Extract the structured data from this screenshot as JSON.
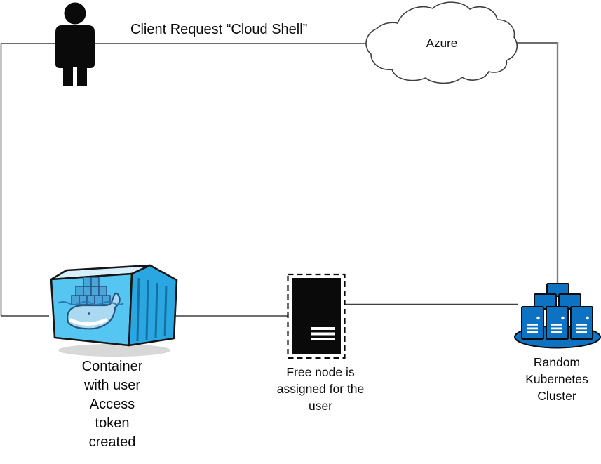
{
  "diagram": {
    "labels": {
      "client_request": "Client Request “Cloud Shell”",
      "azure": "Azure",
      "container": "Container\nwith user\nAccess\ntoken\ncreated",
      "free_node": "Free node is\nassigned for the\nuser",
      "kubernetes_cluster": "Random\nKubernetes\nCluster"
    },
    "icons": [
      {
        "name": "user-silhouette-icon"
      },
      {
        "name": "azure-cloud-icon"
      },
      {
        "name": "docker-container-icon"
      },
      {
        "name": "free-node-server-icon"
      },
      {
        "name": "kubernetes-cluster-icon"
      }
    ],
    "colors": {
      "background": "#ffffff",
      "icon_black": "#0a0a0a",
      "connector": "#3f3f3f",
      "connector_gray": "#7f7f7f",
      "cloud_fill": "#ffffff",
      "cloud_stroke": "#3f3f3f",
      "docker_front": "#55c6f2",
      "docker_side": "#2aa7e0",
      "docker_top": "#d8f0fb",
      "docker_outline": "#161616",
      "whale_body": "#abd9f2",
      "whale_outline": "#26567e",
      "whale_boxes": "#4ba5db",
      "k8s_blue": "#0e72c2",
      "k8s_outline": "#0b0b0b",
      "text": "#0b0b0b"
    }
  }
}
